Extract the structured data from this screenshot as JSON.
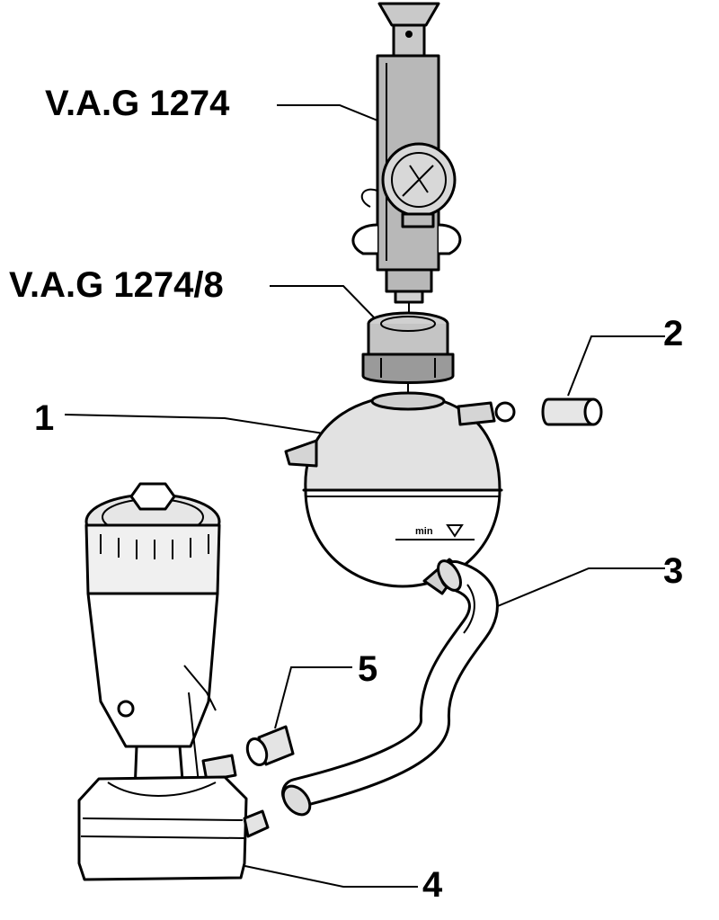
{
  "labels": {
    "tool_tester": "V.A.G 1274",
    "tool_adapter": "V.A.G 1274/8",
    "part_1": "1",
    "part_2": "2",
    "part_3": "3",
    "part_4": "4",
    "part_5": "5"
  },
  "reservoir_mark": "min"
}
